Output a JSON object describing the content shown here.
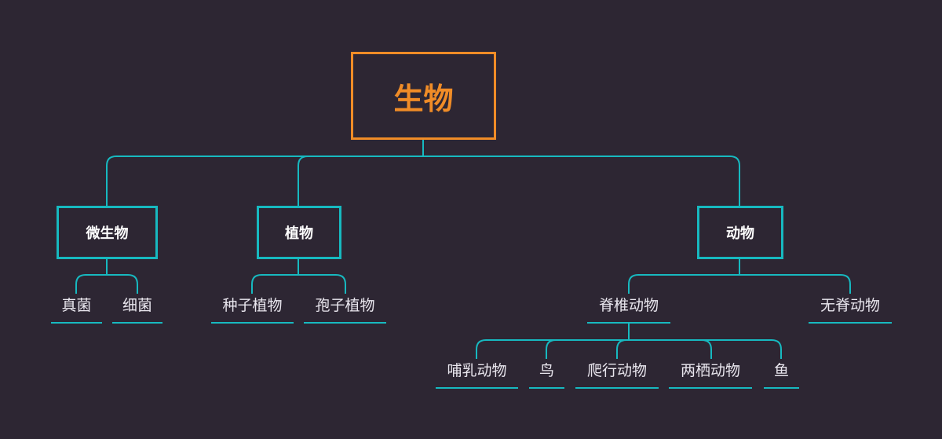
{
  "root": {
    "label": "生物",
    "color": "#f08c27"
  },
  "categories": {
    "microbes": "微生物",
    "plants": "植物",
    "animals": "动物"
  },
  "microbes_children": [
    "真菌",
    "细菌"
  ],
  "plants_children": [
    "种子植物",
    "孢子植物"
  ],
  "animals_children": [
    "脊椎动物",
    "无脊动物"
  ],
  "vertebrates_children": [
    "哺乳动物",
    "鸟",
    "爬行动物",
    "两栖动物",
    "鱼"
  ],
  "colors": {
    "background": "#2d2633",
    "accent": "#17b9c0",
    "root": "#f08c27",
    "text": "#e9e6ee"
  }
}
